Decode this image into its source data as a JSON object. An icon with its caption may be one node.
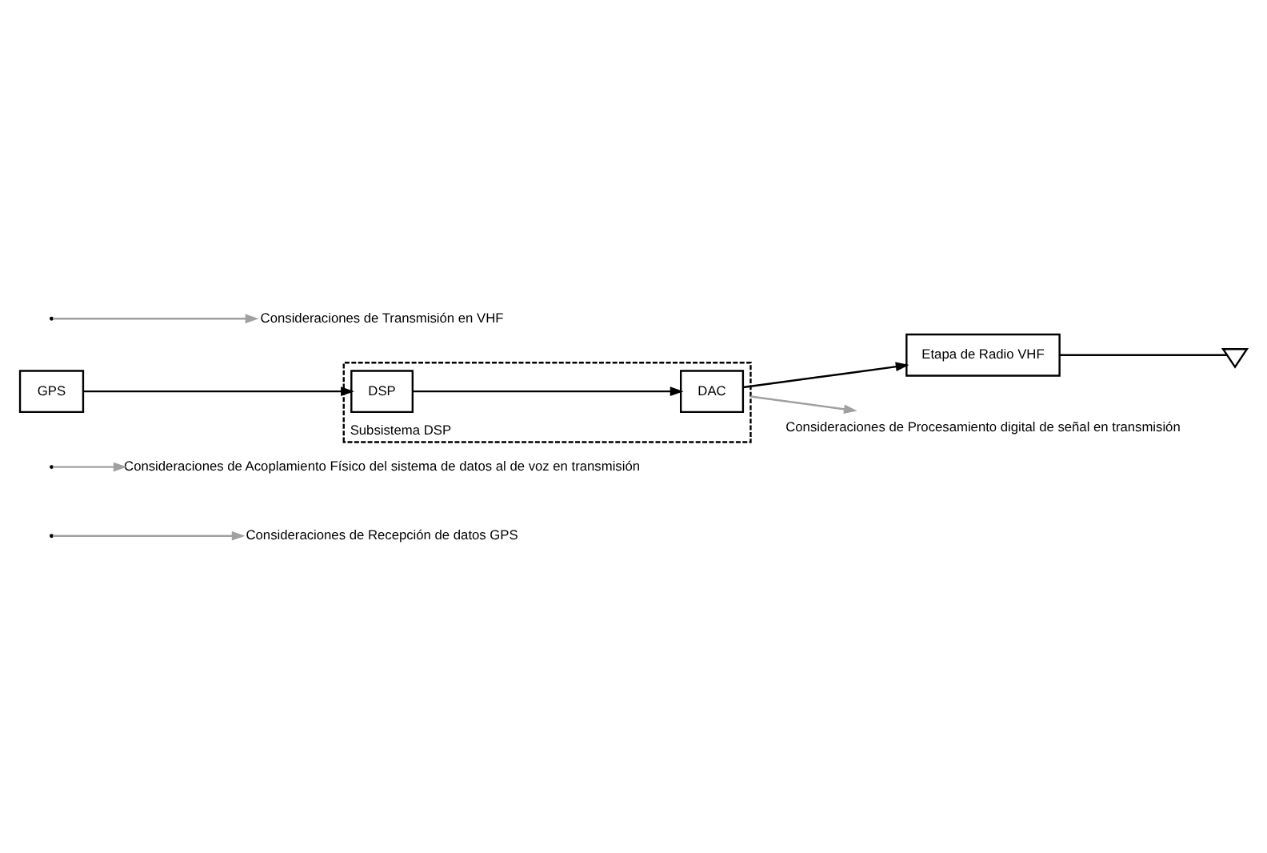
{
  "diagram": {
    "nodes": [
      {
        "text": [
          "Consideraciones de Recepción de datos GPS"
        ]
      },
      {
        "text": [
          "Consideraciones de Acoplamiento Físico del sistema de datos al de voz en transmisión"
        ]
      },
      {
        "text": [
          "GPS"
        ]
      },
      {
        "text": [
          "Subsistema DSP"
        ]
      },
      {
        "text": [
          "DSP"
        ],
        "in": 3
      },
      {
        "text": [
          "DAC"
        ],
        "in": 3
      },
      {
        "text": [
          "Etapa de Radio VHF"
        ]
      },
      {
        "text": [],
        "shape": "antenna"
      },
      {
        "text": [
          "Consideraciones de Transmisión en VHF"
        ]
      },
      {
        "text": [
          "Consideraciones de Procesamiento digital de señal en transmisión"
        ]
      }
    ],
    "edges": [
      {
        "from": 2,
        "to": 4,
        "arrow": "to"
      },
      {
        "from": 4,
        "to": 5,
        "arrow": "to"
      },
      {
        "from": 5,
        "to": 6,
        "arrow": "to"
      },
      {
        "from": 6,
        "to": 7,
        "arrow": "none"
      },
      {
        "from": null,
        "to": 0,
        "arrow": "to",
        "color": "#a0a0a0"
      },
      {
        "from": null,
        "to": 1,
        "arrow": "to",
        "color": "#a0a0a0"
      },
      {
        "from": null,
        "to": 8,
        "arrow": "to",
        "color": "#a0a0a0"
      },
      {
        "from": 3,
        "to": 9,
        "arrow": "to",
        "color": "#a0a0a0"
      }
    ]
  }
}
